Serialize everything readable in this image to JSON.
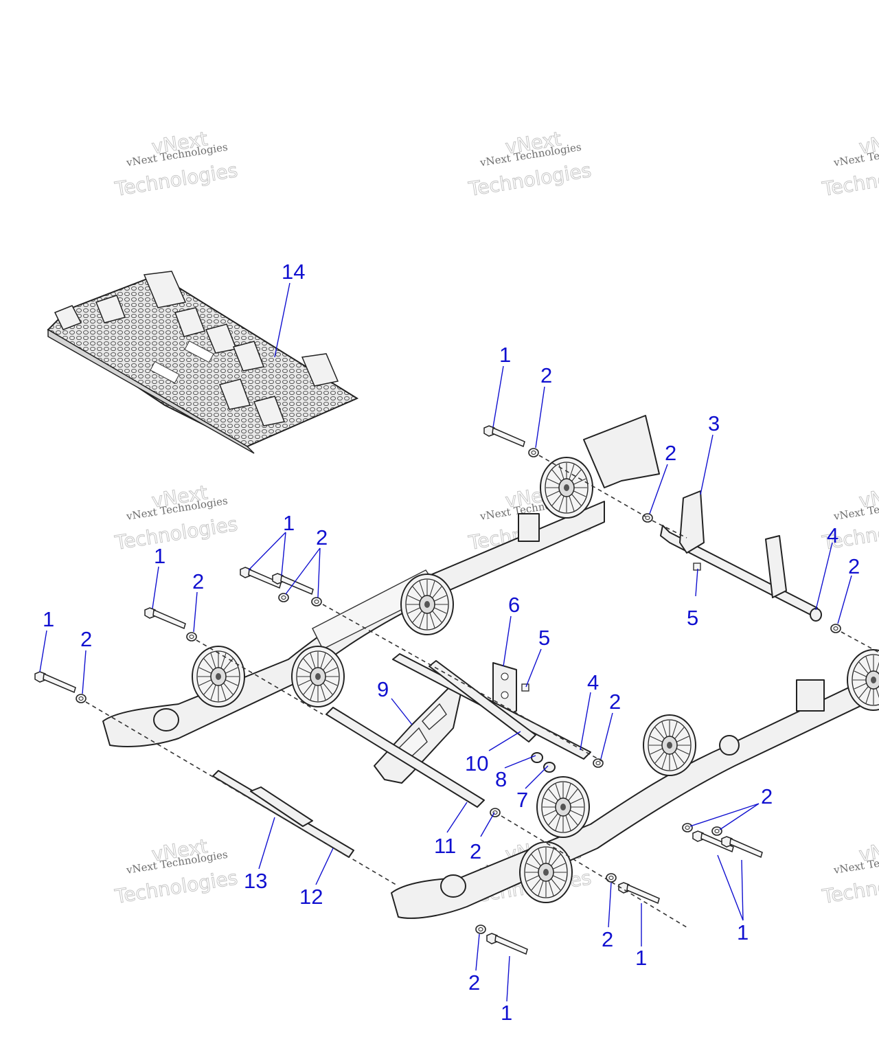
{
  "watermark": {
    "line1": "vNext Technologies",
    "line2a": "vNext",
    "line2b": "Technologies"
  },
  "callouts": [
    {
      "id": "c14",
      "label": "14"
    },
    {
      "id": "c1a",
      "label": "1"
    },
    {
      "id": "c2a",
      "label": "2"
    },
    {
      "id": "c3",
      "label": "3"
    },
    {
      "id": "c2b",
      "label": "2"
    },
    {
      "id": "c1b",
      "label": "1"
    },
    {
      "id": "c2c",
      "label": "2"
    },
    {
      "id": "c1c",
      "label": "1"
    },
    {
      "id": "c2d",
      "label": "2"
    },
    {
      "id": "c4a",
      "label": "4"
    },
    {
      "id": "c2e",
      "label": "2"
    },
    {
      "id": "c5a",
      "label": "5"
    },
    {
      "id": "c1d",
      "label": "1"
    },
    {
      "id": "c2f",
      "label": "2"
    },
    {
      "id": "c6",
      "label": "6"
    },
    {
      "id": "c5b",
      "label": "5"
    },
    {
      "id": "c9",
      "label": "9"
    },
    {
      "id": "c4b",
      "label": "4"
    },
    {
      "id": "c2g",
      "label": "2"
    },
    {
      "id": "c10",
      "label": "10"
    },
    {
      "id": "c8",
      "label": "8"
    },
    {
      "id": "c7",
      "label": "7"
    },
    {
      "id": "c2h",
      "label": "2"
    },
    {
      "id": "c11",
      "label": "11"
    },
    {
      "id": "c2i",
      "label": "2"
    },
    {
      "id": "c13",
      "label": "13"
    },
    {
      "id": "c12",
      "label": "12"
    },
    {
      "id": "c2j",
      "label": "2"
    },
    {
      "id": "c1e",
      "label": "1"
    },
    {
      "id": "c1f",
      "label": "1"
    },
    {
      "id": "c2k",
      "label": "2"
    },
    {
      "id": "c1g",
      "label": "1"
    }
  ]
}
